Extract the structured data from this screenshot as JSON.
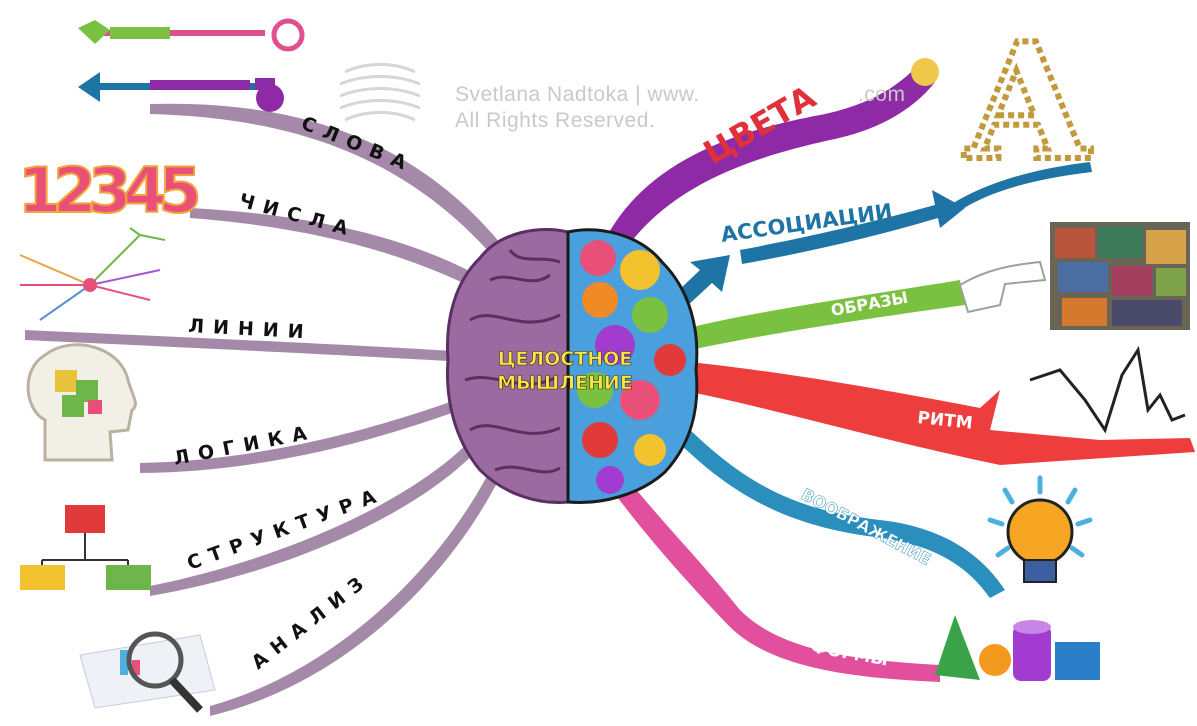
{
  "watermark": {
    "line1": "Svetlana Nadtoka | www.                         .com",
    "line2": "All Rights Reserved."
  },
  "center": {
    "line1": "ЦЕЛОСТНОЕ",
    "line2": "МЫШЛЕНИЕ"
  },
  "left_branches": [
    {
      "label": "СЛОВА"
    },
    {
      "label": "ЧИСЛА"
    },
    {
      "label": "ЛИНИИ"
    },
    {
      "label": "ЛОГИКА"
    },
    {
      "label": "СТРУКТУРА"
    },
    {
      "label": "АНАЛИЗ"
    }
  ],
  "right_branches": [
    {
      "label": "ЦВЕТА"
    },
    {
      "label": "АССОЦИАЦИИ"
    },
    {
      "label": "ОБРАЗЫ"
    },
    {
      "label": "РИТМ"
    },
    {
      "label": "ВООБРАЖЕНИЕ"
    },
    {
      "label": "ФОРМЫ"
    }
  ],
  "icons": {
    "numbers": "12345",
    "letter": "A"
  },
  "colors": {
    "left_branch": "#a48aa8",
    "purple": "#8e2aa6",
    "blue": "#1f74a6",
    "green": "#7ac142",
    "red": "#ee3d3d",
    "teal": "#2b8fbe",
    "pink": "#e2509d",
    "brain_left": "#9b6aa0"
  }
}
